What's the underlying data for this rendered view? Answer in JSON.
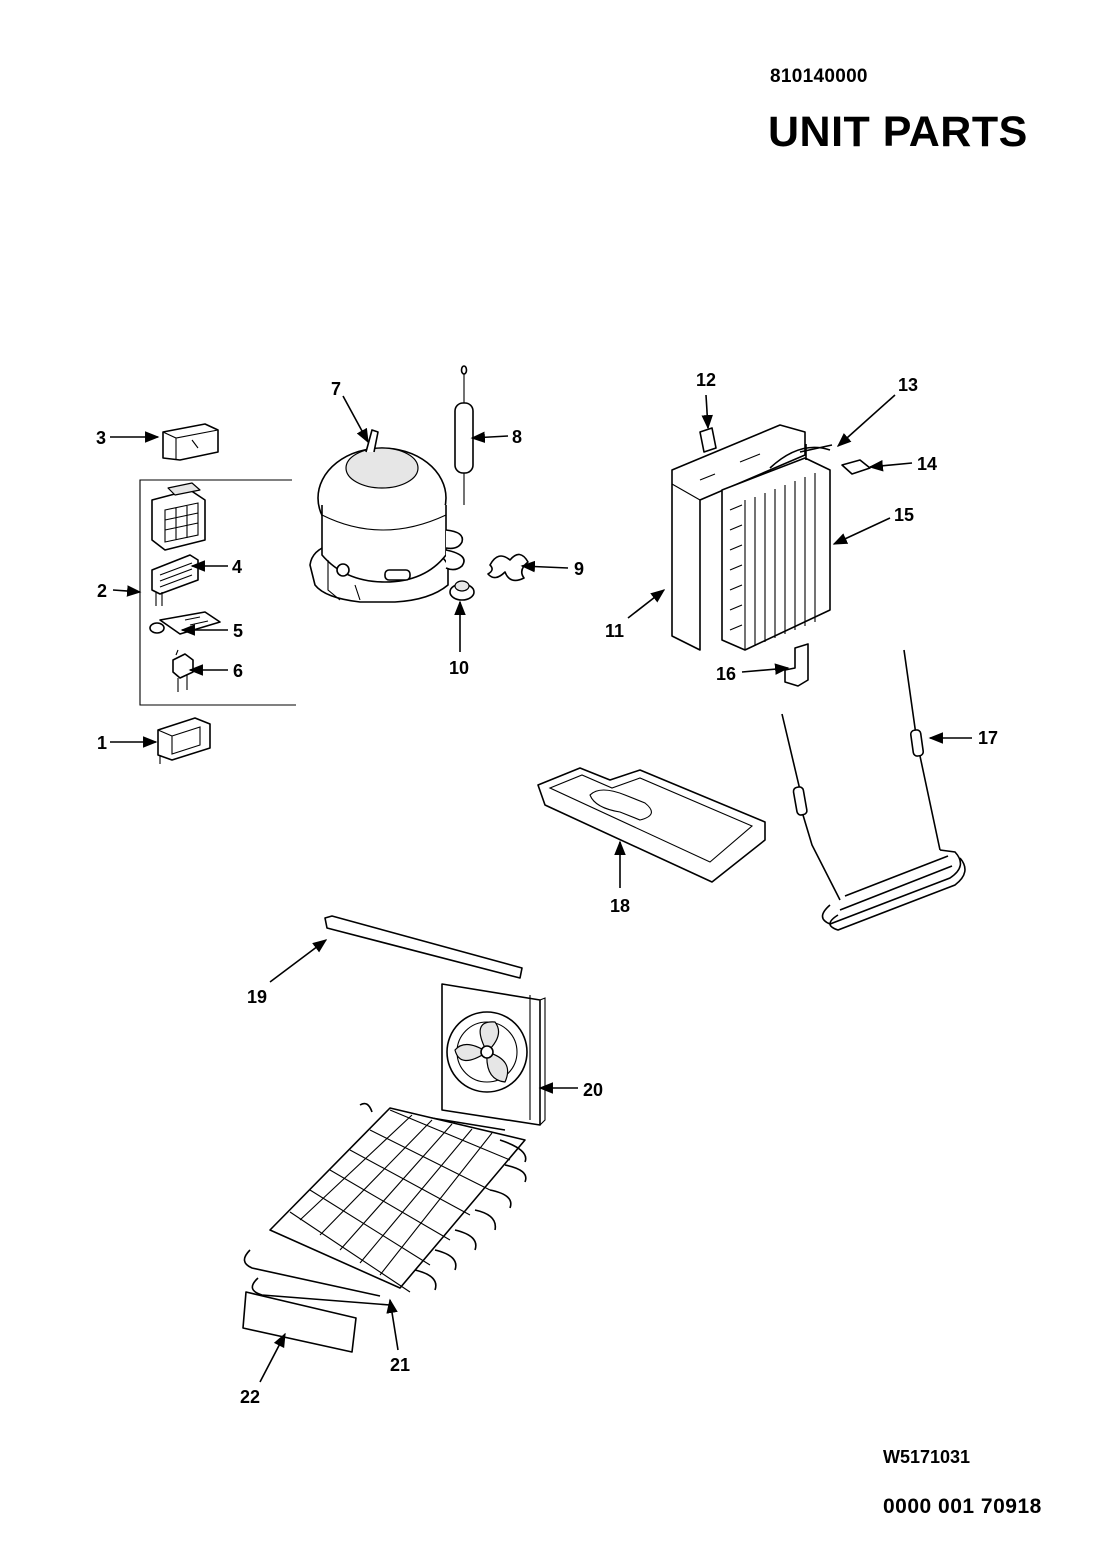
{
  "header": {
    "part_number": "810140000",
    "title": "UNIT PARTS"
  },
  "footer": {
    "doc_code": "W5171031",
    "serial": "0000 001 70918"
  },
  "callouts": [
    "1",
    "2",
    "3",
    "4",
    "5",
    "6",
    "7",
    "8",
    "9",
    "10",
    "11",
    "12",
    "13",
    "14",
    "15",
    "16",
    "17",
    "18",
    "19",
    "20",
    "21",
    "22"
  ]
}
